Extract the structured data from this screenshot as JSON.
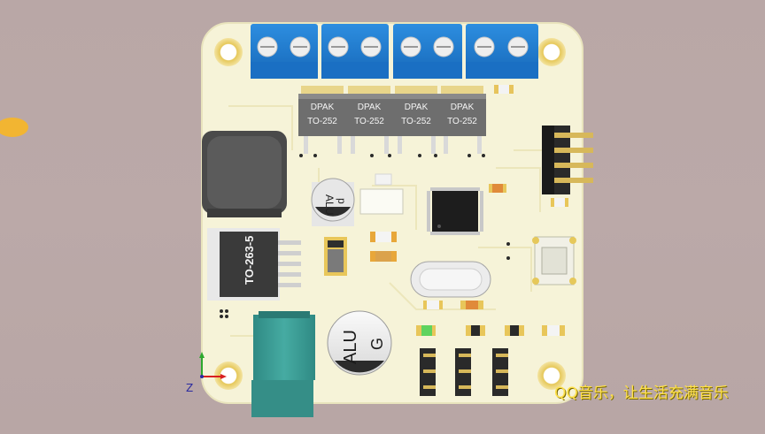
{
  "viewport": {
    "background_color": "#bbaaa9",
    "board_color": "#f6f3d8",
    "terminal_color": "#1f7fd6",
    "jack_color": "#3a9e96"
  },
  "components": {
    "dpak_labels": [
      {
        "line1": "DPAK",
        "line2": "TO-252"
      },
      {
        "line1": "DPAK",
        "line2": "TO-252"
      },
      {
        "line1": "DPAK",
        "line2": "TO-252"
      },
      {
        "line1": "DPAK",
        "line2": "TO-252"
      }
    ],
    "regulator_label": "TO-263-5",
    "small_cap": {
      "line1": "ALU",
      "line2": "p"
    },
    "large_cap": {
      "line1": "ALU",
      "line2": "G"
    }
  },
  "axis": {
    "z_label": "Z"
  },
  "watermark": "QQ音乐，让生活充满音乐"
}
